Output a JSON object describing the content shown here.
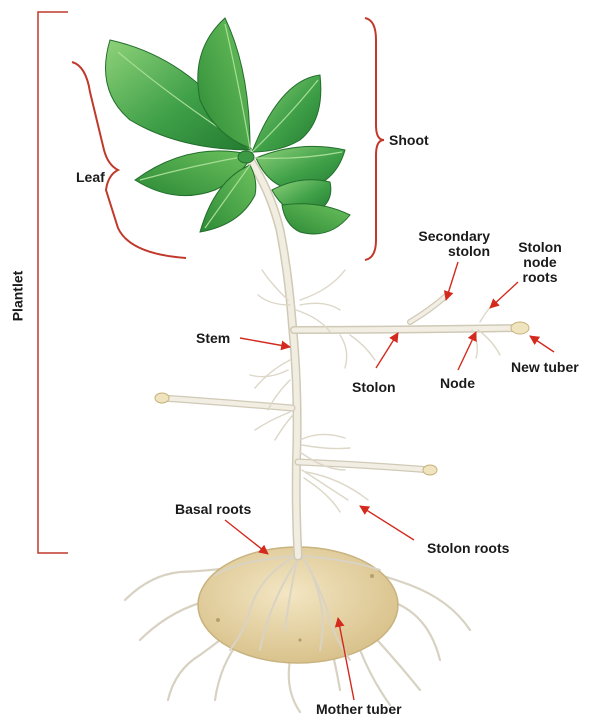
{
  "labels": {
    "plantlet": "Plantlet",
    "shoot": "Shoot",
    "leaf": "Leaf",
    "secondary_stolon_line1": "Secondary",
    "secondary_stolon_line2": "stolon",
    "stolon_node_roots_line1": "Stolon",
    "stolon_node_roots_line2": "node",
    "stolon_node_roots_line3": "roots",
    "stem": "Stem",
    "stolon": "Stolon",
    "node": "Node",
    "new_tuber": "New tuber",
    "basal_roots": "Basal roots",
    "stolon_roots": "Stolon roots",
    "mother_tuber": "Mother tuber"
  },
  "colors": {
    "bracket": "#c0392b",
    "arrow": "#d42a1e",
    "leaf_dark": "#2f8f3a",
    "leaf_light": "#7cc56a",
    "stem": "#eeeadb",
    "stem_outline": "#cfc9b6",
    "tuber": "#e3d2a4",
    "tuber_outline": "#c8b27e",
    "root": "#d8d2c2"
  }
}
